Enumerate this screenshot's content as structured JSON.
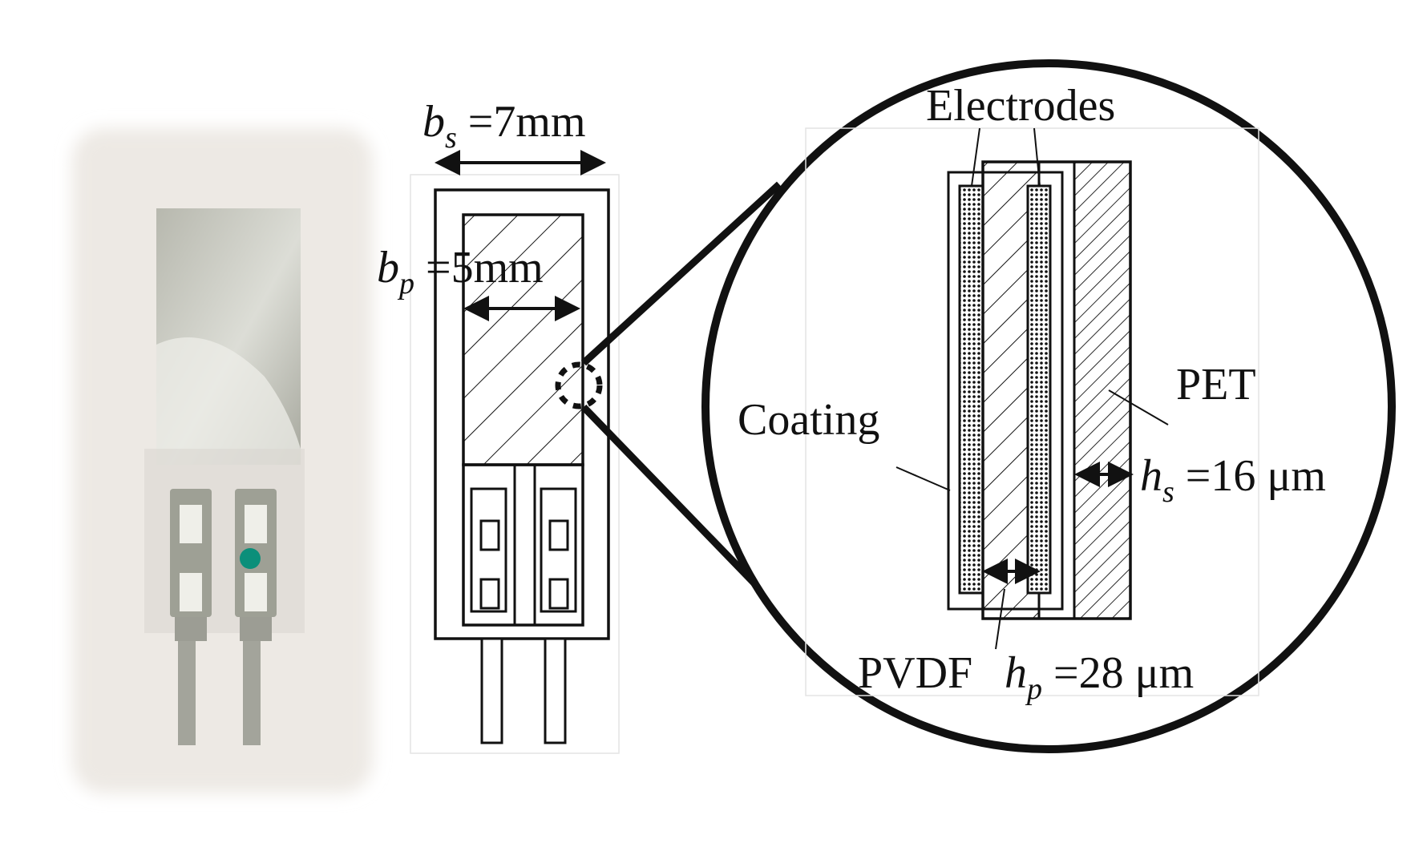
{
  "sensor": {
    "width_label": {
      "symbol": "b",
      "subscript": "s",
      "value": "=7mm"
    },
    "pvdf_width_label": {
      "symbol": "b",
      "subscript": "p",
      "value": "=5mm"
    }
  },
  "cross_section": {
    "electrodes_label": "Electrodes",
    "pet_label": "PET",
    "coating_label": "Coating",
    "pvdf_label": "PVDF",
    "pet_thickness_label": {
      "symbol": "h",
      "subscript": "s",
      "value": "=16 μm"
    },
    "pvdf_thickness_label": {
      "symbol": "h",
      "subscript": "p",
      "value": "=28 μm"
    }
  },
  "colors": {
    "line": "#111111",
    "photo_background": "#ede9e4",
    "metal": "#a9aaa1",
    "marker": "#0b8f7a"
  }
}
